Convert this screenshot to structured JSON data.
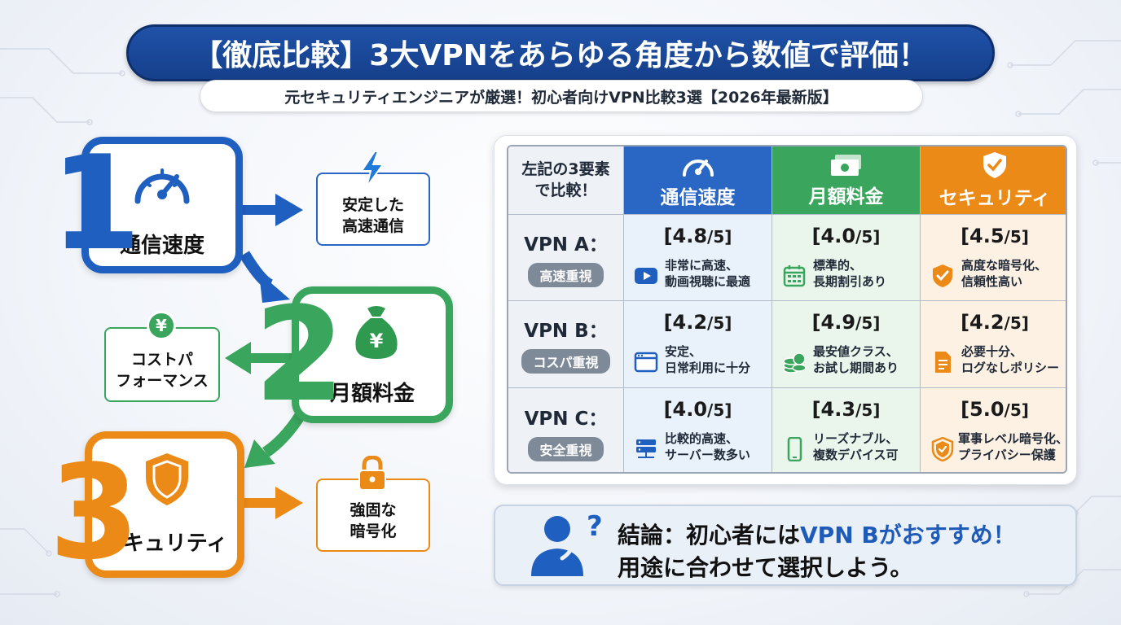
{
  "header": {
    "title": "【徹底比較】3大VPNをあらゆる角度から数値で評価！",
    "subtitle": "元セキュリティエンジニアが厳選！初心者向けVPN比較3選【2026年最新版】"
  },
  "colors": {
    "blue": "#1f5fbf",
    "green": "#3aa55c",
    "orange": "#ec8a17",
    "navy": "#153f8a"
  },
  "steps": [
    {
      "number": "1",
      "label": "通信速度",
      "icon": "speedometer-icon",
      "feature": {
        "line1": "安定した",
        "line2": "高速通信",
        "icon": "lightning-icon"
      }
    },
    {
      "number": "2",
      "label": "月額料金",
      "icon": "money-bag-icon",
      "feature": {
        "line1": "コストパ",
        "line2": "フォーマンス",
        "icon": "yen-coin-icon",
        "coin_symbol": "¥",
        "bag_symbol": "¥"
      }
    },
    {
      "number": "3",
      "label": "セキュリティ",
      "icon": "shield-icon",
      "feature": {
        "line1": "強固な",
        "line2": "暗号化",
        "icon": "padlock-icon"
      }
    }
  ],
  "table": {
    "corner": {
      "line1": "左記の3要素",
      "line2": "で比較！"
    },
    "columns": [
      {
        "label": "通信速度",
        "icon": "speedometer-icon",
        "color": "#2a66c4"
      },
      {
        "label": "月額料金",
        "icon": "cash-icon",
        "color": "#3aa55c"
      },
      {
        "label": "セキュリティ",
        "icon": "shield-check-icon",
        "color": "#ec8a17"
      }
    ],
    "rows": [
      {
        "name": "VPN A：",
        "tag": "高速重視",
        "cells": [
          {
            "score": "[4.8",
            "den": "/5]",
            "line1": "非常に高速、",
            "line2": "動画視聴に最適",
            "icon": "video-play-icon"
          },
          {
            "score": "[4.0",
            "den": "/5]",
            "line1": "標準的、",
            "line2": "長期割引あり",
            "icon": "calendar-icon"
          },
          {
            "score": "[4.5",
            "den": "/5]",
            "line1": "高度な暗号化、",
            "line2": "信頼性高い",
            "icon": "shield-check-icon"
          }
        ]
      },
      {
        "name": "VPN B：",
        "tag": "コスパ重視",
        "cells": [
          {
            "score": "[4.2",
            "den": "/5]",
            "line1": "安定、",
            "line2": "日常利用に十分",
            "icon": "browser-window-icon"
          },
          {
            "score": "[4.9",
            "den": "/5]",
            "line1": "最安値クラス、",
            "line2": "お試し期間あり",
            "icon": "coin-stack-icon"
          },
          {
            "score": "[4.2",
            "den": "/5]",
            "line1": "必要十分、",
            "line2": "ログなしポリシー",
            "icon": "document-icon"
          }
        ]
      },
      {
        "name": "VPN C：",
        "tag": "安全重視",
        "cells": [
          {
            "score": "[4.0",
            "den": "/5]",
            "line1": "比較的高速、",
            "line2": "サーバー数多い",
            "icon": "server-icon"
          },
          {
            "score": "[4.3",
            "den": "/5]",
            "line1": "リーズナブル、",
            "line2": "複数デバイス可",
            "icon": "smartphone-icon"
          },
          {
            "score": "[5.0",
            "den": "/5]",
            "line1": "軍事レベル暗号化、",
            "line2": "プライバシー保護",
            "icon": "shield-check-icon"
          }
        ]
      }
    ]
  },
  "conclusion": {
    "line1_pre": "結論：初心者には",
    "line1_highlight": "VPN Bがおすすめ！",
    "line2": "用途に合わせて選択しよう。",
    "icon": "thinking-person-icon",
    "question_mark": "?"
  }
}
